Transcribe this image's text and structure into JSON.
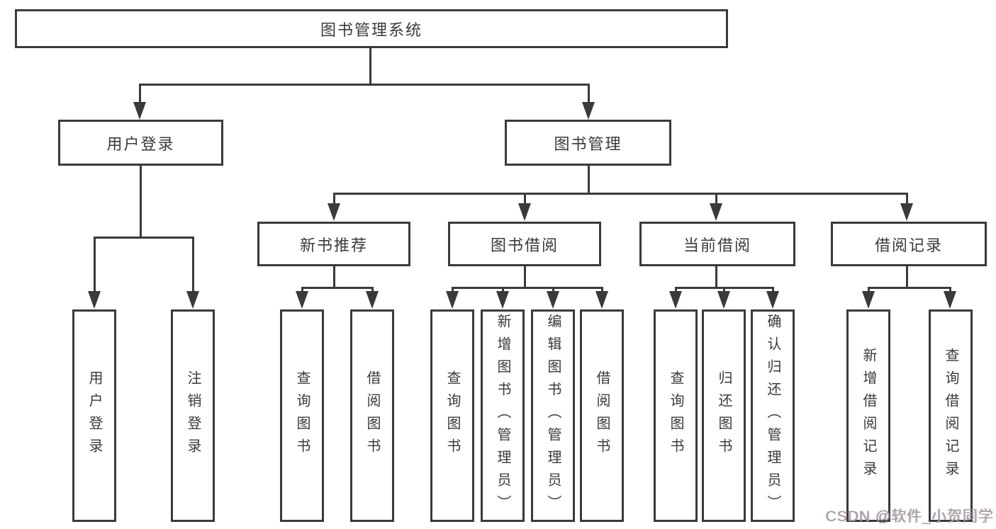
{
  "diagram": {
    "root": {
      "label": "图书管理系统"
    },
    "level2": {
      "user_login": {
        "label": "用户登录"
      },
      "book_mgmt": {
        "label": "图书管理"
      }
    },
    "level3": {
      "new_books": {
        "label": "新书推荐"
      },
      "book_borrow": {
        "label": "图书借阅"
      },
      "current_borrow": {
        "label": "当前借阅"
      },
      "borrow_records": {
        "label": "借阅记录"
      }
    },
    "leaves": {
      "user": [
        "用户登录",
        "注销登录"
      ],
      "new_books": [
        "查询图书",
        "借阅图书"
      ],
      "book_borrow": [
        "查询图书",
        "新增图书（管理员）",
        "编辑图书（管理员）",
        "借阅图书"
      ],
      "current_borrow": [
        "查询图书",
        "归还图书",
        "确认归还（管理员）"
      ],
      "borrow_records": [
        "新增借阅记录",
        "查询借阅记录"
      ]
    }
  },
  "watermark": {
    "text": "CSDN @软件_小贺同学"
  },
  "colors": {
    "line": "#3a3a3a",
    "border": "#3a3a3a",
    "text": "#3a3a3a",
    "background": "#ffffff",
    "watermark": "#9e9e9e"
  }
}
